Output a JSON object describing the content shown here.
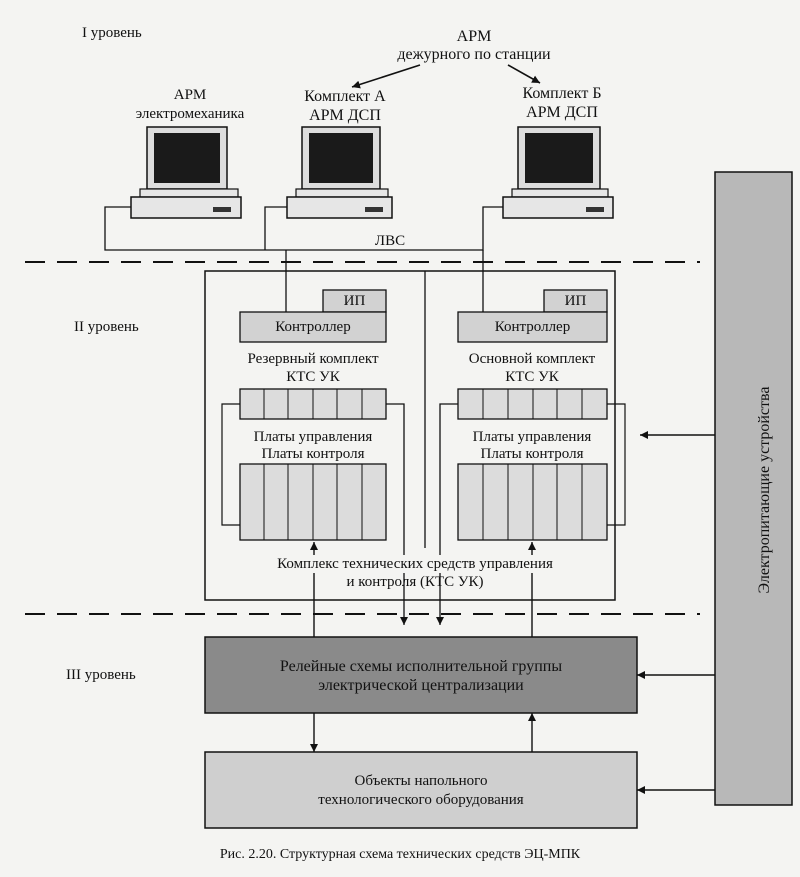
{
  "levels": {
    "level1": "I уровень",
    "level2": "II уровень",
    "level3": "III уровень"
  },
  "arm_station": {
    "line1": "АРМ",
    "line2": "дежурного по станции"
  },
  "arm_electro": {
    "line1": "АРМ",
    "line2": "электромеханика"
  },
  "set_a": {
    "line1": "Комплект А",
    "line2": "АРМ ДСП"
  },
  "set_b": {
    "line1": "Комплект Б",
    "line2": "АРМ ДСП"
  },
  "lan": "ЛВС",
  "left_set": {
    "ip": "ИП",
    "controller": "Контроллер",
    "name1": "Резервный комплект",
    "name2": "КТС УК",
    "boards1": "Платы управления",
    "boards2": "Платы контроля"
  },
  "right_set": {
    "ip": "ИП",
    "controller": "Контроллер",
    "name1": "Основной комплект",
    "name2": "КТС УК",
    "boards1": "Платы управления",
    "boards2": "Платы контроля"
  },
  "kts": {
    "line1": "Комплекс технических средств управления",
    "line2": "и контроля (КТС УК)"
  },
  "relay": {
    "line1": "Релейные схемы исполнительной группы",
    "line2": "электрической централизации"
  },
  "objects": {
    "line1": "Объекты напольного",
    "line2": "технологического оборудования"
  },
  "power": "Электропитающие устройства",
  "caption": "Рис. 2.20. Структурная схема технических средств ЭЦ-МПК",
  "colors": {
    "relay_fill": "#8a8a8a",
    "objects_fill": "#cfcfcf",
    "power_fill": "#b8b8b8",
    "line": "#111111"
  }
}
